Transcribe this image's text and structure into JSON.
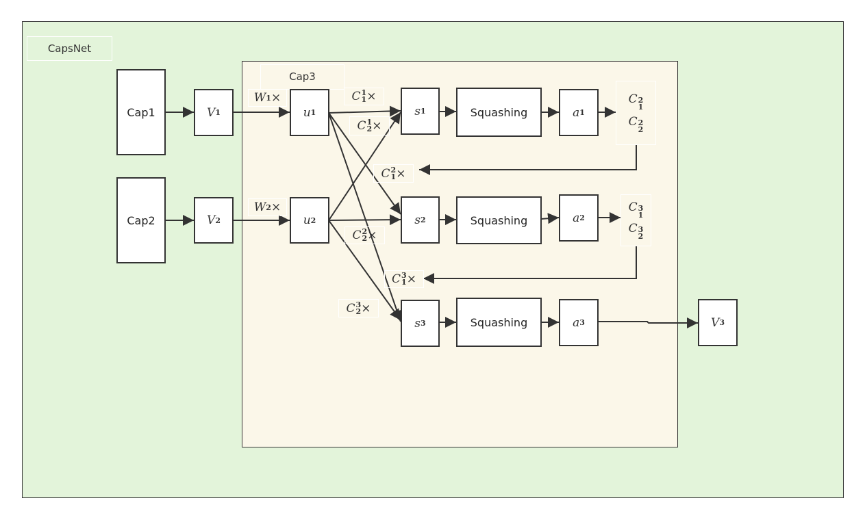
{
  "title": "CapsNet",
  "group_label": "Cap3",
  "nodes": {
    "cap1": "Cap1",
    "cap2": "Cap2",
    "v1": {
      "base": "V",
      "sub": "1"
    },
    "v2": {
      "base": "V",
      "sub": "2"
    },
    "v3": {
      "base": "V",
      "sub": "3"
    },
    "u1": {
      "base": "u",
      "sub": "1"
    },
    "u2": {
      "base": "u",
      "sub": "2"
    },
    "s1": {
      "base": "s",
      "sub": "1"
    },
    "s2": {
      "base": "s",
      "sub": "2"
    },
    "s3": {
      "base": "s",
      "sub": "3"
    },
    "squash1": "Squashing",
    "squash2": "Squashing",
    "squash3": "Squashing",
    "a1": {
      "base": "a",
      "sub": "1"
    },
    "a2": {
      "base": "a",
      "sub": "2"
    },
    "a3": {
      "base": "a",
      "sub": "3"
    }
  },
  "coef_boxes": [
    [
      {
        "base": "C",
        "sup": "2",
        "sub": "1"
      },
      {
        "base": "C",
        "sup": "2",
        "sub": "2"
      }
    ],
    [
      {
        "base": "C",
        "sup": "3",
        "sub": "1"
      },
      {
        "base": "C",
        "sup": "3",
        "sub": "2"
      }
    ]
  ],
  "edge_labels": {
    "w1": {
      "base": "W",
      "sub": "1",
      "suffix": "×"
    },
    "w2": {
      "base": "W",
      "sub": "2",
      "suffix": "×"
    },
    "c11": {
      "base": "C",
      "sup": "1",
      "sub": "1",
      "suffix": "×"
    },
    "c21": {
      "base": "C",
      "sup": "1",
      "sub": "2",
      "suffix": "×"
    },
    "c12": {
      "base": "C",
      "sup": "2",
      "sub": "1",
      "suffix": "×"
    },
    "c22": {
      "base": "C",
      "sup": "2",
      "sub": "2",
      "suffix": "×"
    },
    "c13": {
      "base": "C",
      "sup": "3",
      "sub": "1",
      "suffix": "×"
    },
    "c23": {
      "base": "C",
      "sup": "3",
      "sub": "2",
      "suffix": "×"
    }
  }
}
